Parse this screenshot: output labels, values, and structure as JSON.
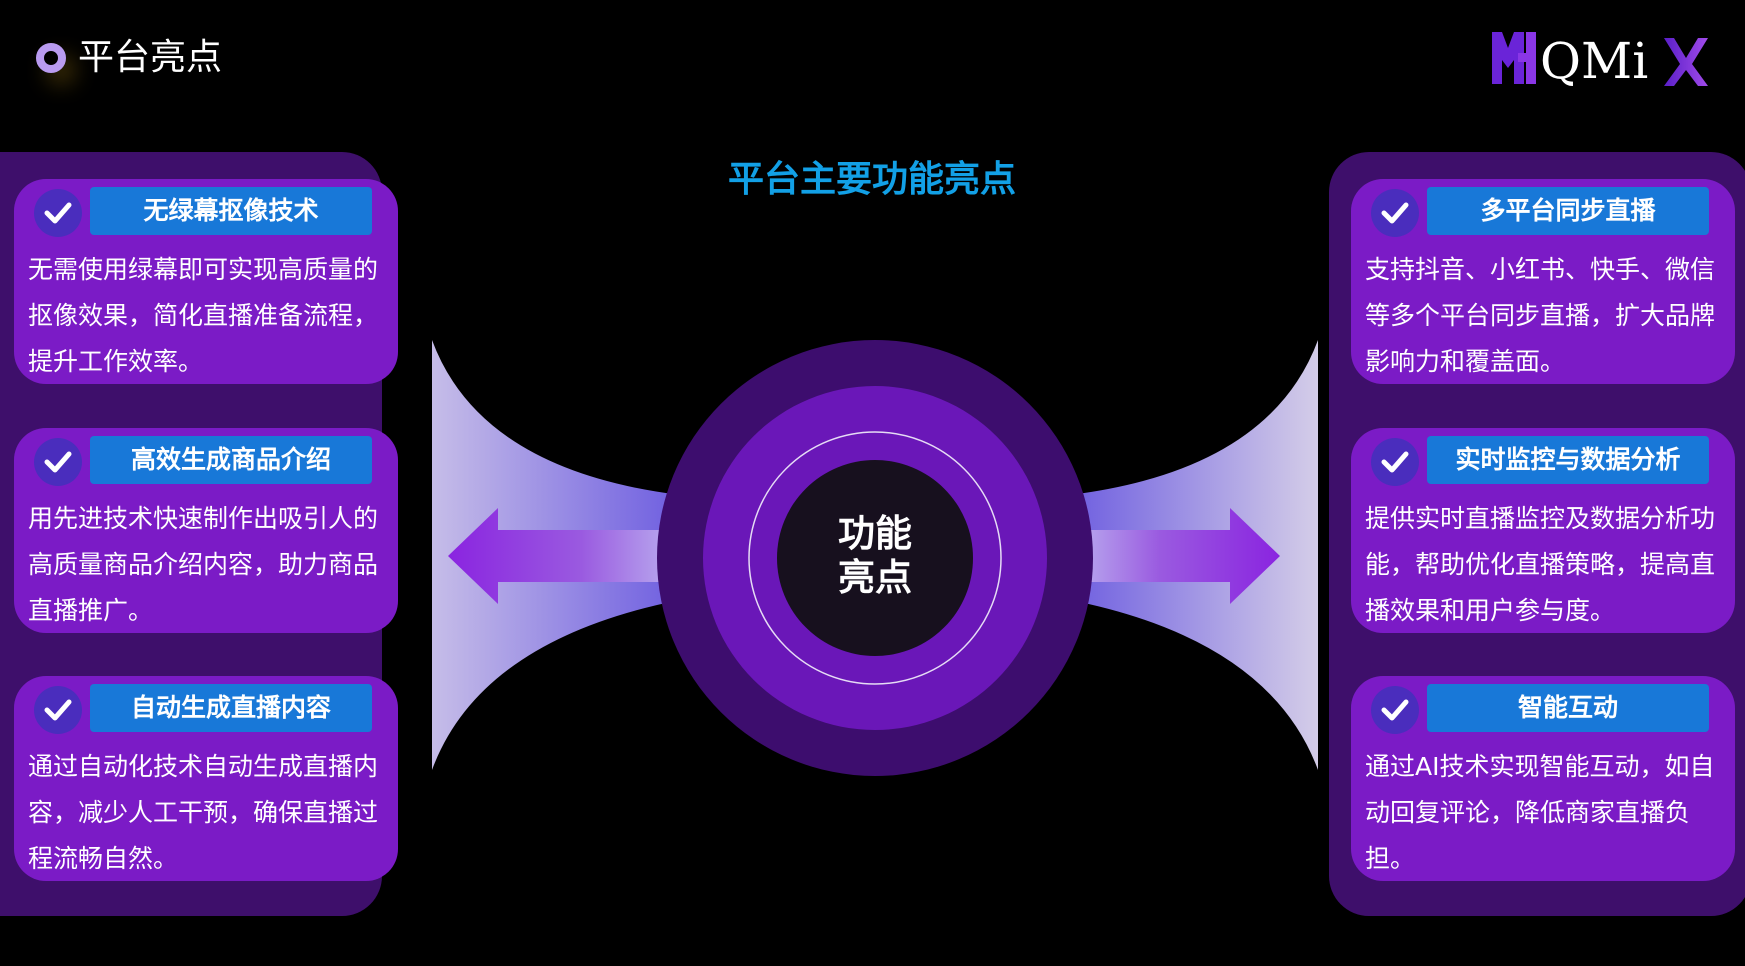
{
  "header": {
    "title": "平台亮点",
    "bullet_color": "#b99bf0"
  },
  "logo": {
    "text": "YHQMix",
    "primary_color": "#6a24d8",
    "accent_color": "#a14bea"
  },
  "main_title": "平台主要功能亮点",
  "hub": {
    "line1": "功能",
    "line2": "亮点"
  },
  "colors": {
    "panel": "#3e0f6b",
    "card": "#7b1bc6",
    "title_bar": "#1878d8",
    "check_circle": "#4a2dbd",
    "title_text": "#12a0e6"
  },
  "left_cards": [
    {
      "title": "无绿幕抠像技术",
      "description": "无需使用绿幕即可实现高质量的抠像效果，简化直播准备流程，提升工作效率。"
    },
    {
      "title": "高效生成商品介绍",
      "description": "用先进技术快速制作出吸引人的高质量商品介绍内容，助力商品直播推广。"
    },
    {
      "title": "自动生成直播内容",
      "description": "通过自动化技术自动生成直播内容，减少人工干预，确保直播过程流畅自然。"
    }
  ],
  "right_cards": [
    {
      "title": "多平台同步直播",
      "description": "支持抖音、小红书、快手、微信等多个平台同步直播，扩大品牌影响力和覆盖面。"
    },
    {
      "title": "实时监控与数据分析",
      "description": "提供实时直播监控及数据分析功能，帮助优化直播策略，提高直播效果和用户参与度。"
    },
    {
      "title": "智能互动",
      "description": "通过AI技术实现智能互动，如自动回复评论，降低商家直播负担。"
    }
  ]
}
